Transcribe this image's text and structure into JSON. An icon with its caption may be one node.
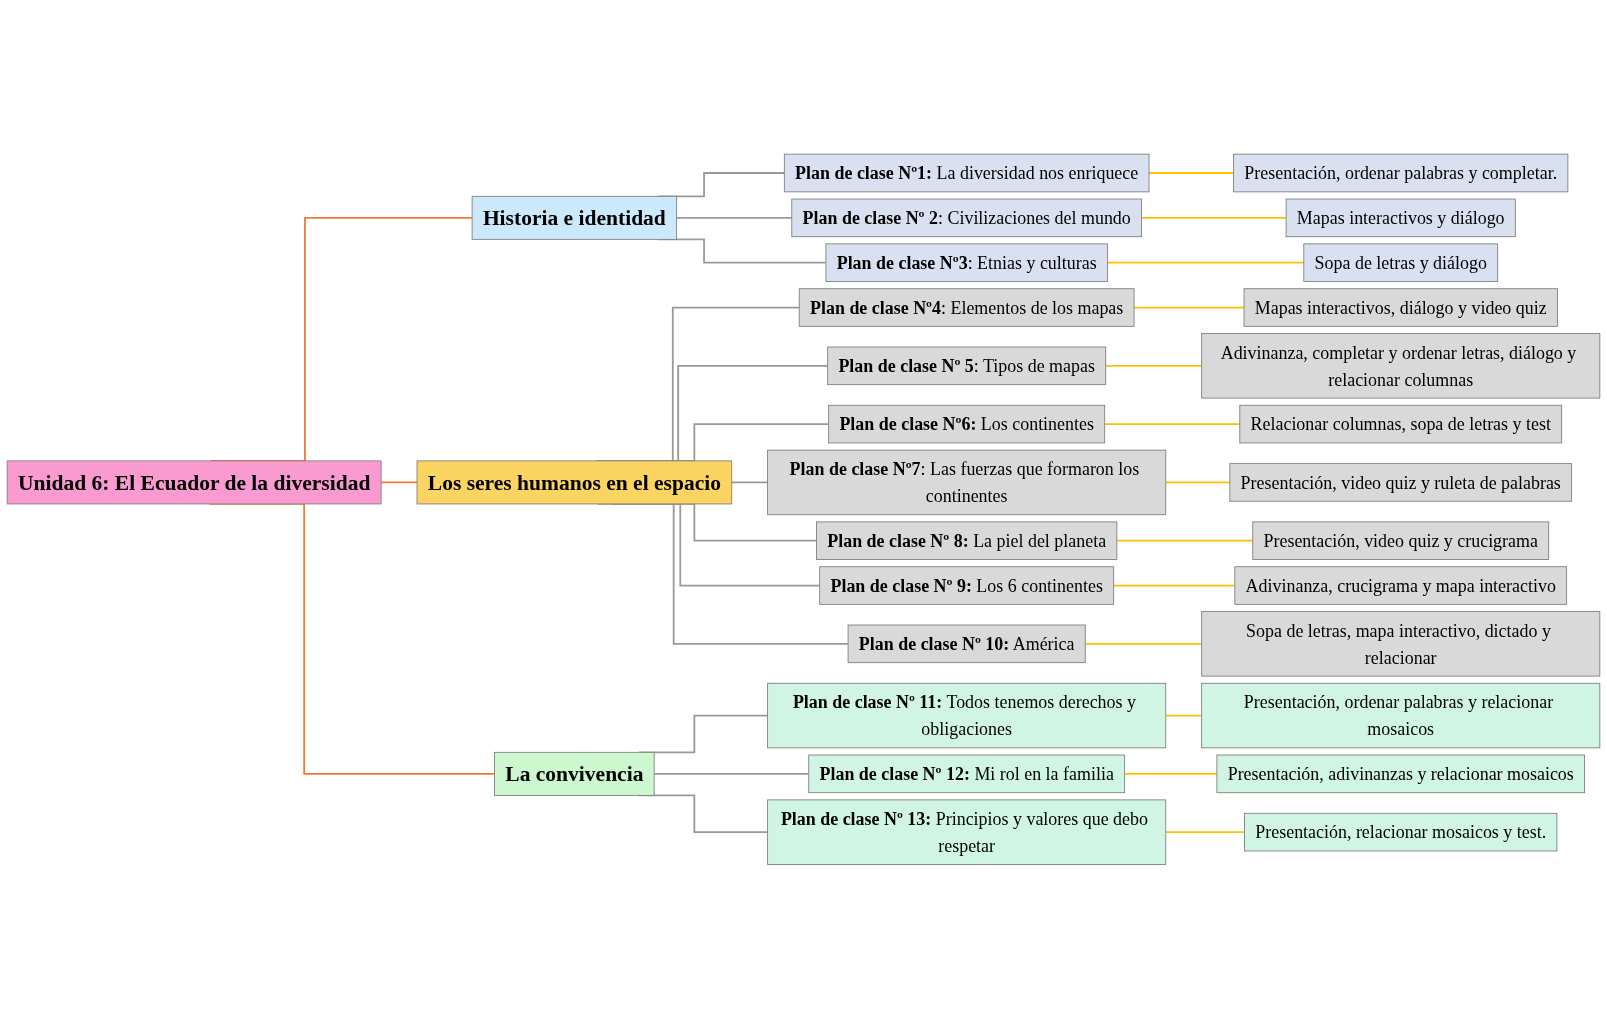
{
  "diagram": {
    "nodes": [
      {
        "text": [
          "Unidad 6: El Ecuador de la diversidad"
        ]
      },
      {
        "text": [
          "Historia e identidad"
        ]
      },
      {
        "text": [
          "Los seres humanos en el espacio"
        ]
      },
      {
        "text": [
          "La convivencia"
        ]
      },
      {
        "text": [
          "**Plan de clase Nº1:** La diversidad nos enriquece"
        ]
      },
      {
        "text": [
          "Presentación, ordenar palabras y completar."
        ]
      },
      {
        "text": [
          "**Plan de clase Nº 2**:  Civilizaciones del mundo"
        ]
      },
      {
        "text": [
          "Mapas interactivos y diálogo"
        ]
      },
      {
        "text": [
          "**Plan de clase Nº3**: Etnias y culturas"
        ]
      },
      {
        "text": [
          "Sopa de letras y diálogo"
        ]
      },
      {
        "text": [
          "**Plan de clase Nº4**: Elementos de los mapas"
        ]
      },
      {
        "text": [
          "Mapas interactivos, diálogo y video quiz"
        ]
      },
      {
        "text": [
          "**Plan de clase Nº 5**: Tipos de mapas"
        ]
      },
      {
        "text": [
          "Adivinanza, completar y ordenar letras, diálogo y relacionar columnas"
        ]
      },
      {
        "text": [
          "**Plan de clase Nº6:** Los continentes"
        ]
      },
      {
        "text": [
          "Relacionar columnas, sopa de letras y test"
        ]
      },
      {
        "text": [
          "**Plan de clase Nº7**: Las fuerzas que formaron los continentes"
        ]
      },
      {
        "text": [
          "Presentación, video quiz y ruleta de palabras"
        ]
      },
      {
        "text": [
          "**Plan de clase Nº 8:** La piel del planeta"
        ]
      },
      {
        "text": [
          "Presentación, video quiz y crucigrama"
        ]
      },
      {
        "text": [
          "**Plan de clase Nº 9:** Los 6 continentes"
        ]
      },
      {
        "text": [
          "Adivinanza, crucigrama y mapa interactivo"
        ]
      },
      {
        "text": [
          "**Plan de clase Nº 10:** América"
        ]
      },
      {
        "text": [
          "Sopa de letras, mapa interactivo, dictado y relacionar"
        ]
      },
      {
        "text": [
          "**Plan de clase Nº 11:** Todos tenemos derechos y obligaciones"
        ]
      },
      {
        "text": [
          "Presentación, ordenar palabras y relacionar mosaicos"
        ]
      },
      {
        "text": [
          "**Plan de clase Nº 12:** Mi rol en la familia"
        ]
      },
      {
        "text": [
          "Presentación, adivinanzas y relacionar mosaicos"
        ]
      },
      {
        "text": [
          "**Plan de clase Nº 13:** Principios y valores que debo respetar"
        ]
      },
      {
        "text": [
          "Presentación, relacionar mosaicos y test."
        ]
      }
    ],
    "edges": [
      {
        "from": 0,
        "to": 1,
        "arrow": "none",
        "color": "#f07b31"
      },
      {
        "from": 0,
        "to": 2,
        "arrow": "none",
        "color": "#f07b31"
      },
      {
        "from": 0,
        "to": 3,
        "arrow": "none",
        "color": "#f07b31"
      },
      {
        "from": 1,
        "to": 4,
        "arrow": "none",
        "color": "#999999"
      },
      {
        "from": 1,
        "to": 6,
        "arrow": "none",
        "color": "#999999"
      },
      {
        "from": 1,
        "to": 8,
        "arrow": "none",
        "color": "#999999"
      },
      {
        "from": 2,
        "to": 10,
        "arrow": "none",
        "color": "#999999"
      },
      {
        "from": 2,
        "to": 12,
        "arrow": "none",
        "color": "#999999"
      },
      {
        "from": 2,
        "to": 14,
        "arrow": "none",
        "color": "#999999"
      },
      {
        "from": 2,
        "to": 16,
        "arrow": "none",
        "color": "#999999"
      },
      {
        "from": 2,
        "to": 18,
        "arrow": "none",
        "color": "#999999"
      },
      {
        "from": 2,
        "to": 20,
        "arrow": "none",
        "color": "#999999"
      },
      {
        "from": 2,
        "to": 22,
        "arrow": "none",
        "color": "#999999"
      },
      {
        "from": 3,
        "to": 24,
        "arrow": "none",
        "color": "#999999"
      },
      {
        "from": 3,
        "to": 26,
        "arrow": "none",
        "color": "#999999"
      },
      {
        "from": 3,
        "to": 28,
        "arrow": "none",
        "color": "#999999"
      },
      {
        "from": 4,
        "to": 5,
        "arrow": "none",
        "color": "#ffc000"
      },
      {
        "from": 6,
        "to": 7,
        "arrow": "none",
        "color": "#ffc000"
      },
      {
        "from": 8,
        "to": 9,
        "arrow": "none",
        "color": "#ffc000"
      },
      {
        "from": 10,
        "to": 11,
        "arrow": "none",
        "color": "#ffc000"
      },
      {
        "from": 12,
        "to": 13,
        "arrow": "none",
        "color": "#ffc000"
      },
      {
        "from": 14,
        "to": 15,
        "arrow": "none",
        "color": "#ffc000"
      },
      {
        "from": 16,
        "to": 17,
        "arrow": "none",
        "color": "#ffc000"
      },
      {
        "from": 18,
        "to": 19,
        "arrow": "none",
        "color": "#ffc000"
      },
      {
        "from": 20,
        "to": 21,
        "arrow": "none",
        "color": "#ffc000"
      },
      {
        "from": 22,
        "to": 23,
        "arrow": "none",
        "color": "#ffc000"
      },
      {
        "from": 24,
        "to": 25,
        "arrow": "none",
        "color": "#ffc000"
      },
      {
        "from": 26,
        "to": 27,
        "arrow": "none",
        "color": "#ffc000"
      },
      {
        "from": 28,
        "to": 29,
        "arrow": "none",
        "color": "#ffc000"
      }
    ]
  }
}
